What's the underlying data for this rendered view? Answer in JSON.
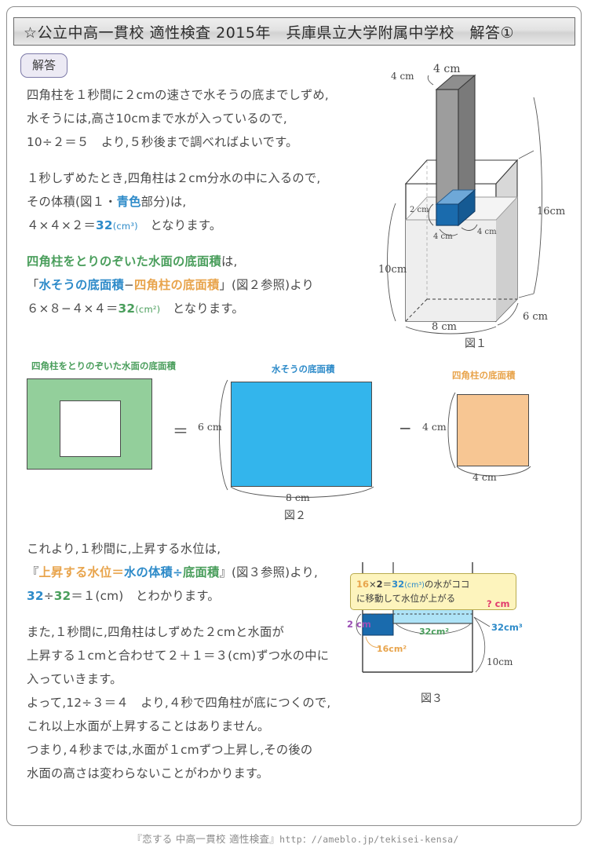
{
  "header": {
    "title": "☆公立中高一貫校 適性検査 2015年　兵庫県立大学附属中学校　解答①"
  },
  "answer_pill": {
    "label": "解答"
  },
  "body_text": {
    "block1": {
      "line1": "四角柱を１秒間に２cmの速さで水そうの底までしずめ,",
      "line2": "水そうには,高さ10cmまで水が入っているので,",
      "line3": "10÷２＝５　より,５秒後まで調べればよいです。"
    },
    "block2": {
      "line1": "１秒しずめたとき,四角柱は２cm分水の中に入るので,",
      "line2_a": "その体積(図１・",
      "line2_b": "青色",
      "line2_c": "部分)は,",
      "line3_a": "４×４×２＝",
      "line3_b": "32",
      "line3_c": "(cm³)",
      "line3_d": "　となります。"
    },
    "block3": {
      "line1_a": "四角柱をとりのぞいた水面の底面積",
      "line1_b": "は,",
      "line2_a": "「",
      "line2_b": "水そうの底面積",
      "line2_c": "−",
      "line2_d": "四角柱の底面積",
      "line2_e": "」(図２参照)より",
      "line3_a": "６×８−４×４＝",
      "line3_b": "32",
      "line3_c": "(cm²)",
      "line3_d": "　となります。"
    },
    "block4": {
      "line1": "これより,１秒間に,上昇する水位は,",
      "line2_a": "『",
      "line2_b": "上昇する水位",
      "line2_c": "＝",
      "line2_d": "水の体積",
      "line2_e": "÷",
      "line2_f": "底面積",
      "line2_g": "』(図３参照)より,",
      "line3_a": "32",
      "line3_b": "÷",
      "line3_c": "32",
      "line3_d": "＝１(cm)　とわかります。"
    },
    "block5": {
      "line1": "また,１秒間に,四角柱はしずめた２cmと水面が",
      "line2": "上昇する１cmと合わせて２＋１＝３(cm)ずつ水の中に",
      "line3": "入っていきます。"
    },
    "block6": {
      "line1": "よって,12÷３＝４　より,４秒で四角柱が底につくので,",
      "line2": "これ以上水面が上昇することはありません。",
      "line3": "つまり,４秒までは,水面が１cmずつ上昇し,その後の",
      "line4": "水面の高さは変わらないことがわかります。"
    }
  },
  "figure1": {
    "caption": "図１",
    "dims": {
      "prism_top_left": "4 cm",
      "prism_top_right": "4 cm",
      "tank_height": "16cm",
      "water_height": "10cm",
      "tank_width": "8 cm",
      "tank_depth": "6 cm",
      "submerged_height": "2 cm",
      "sub_width": "4 cm",
      "sub_depth": "4 cm"
    }
  },
  "figure2": {
    "caption": "図２",
    "green_label": "四角柱をとりのぞいた水面の底面積",
    "blue_label": "水そうの底面積",
    "orange_label": "四角柱の底面積",
    "equals_symbol": "＝",
    "minus_symbol": "−",
    "blue_height": "6 cm",
    "blue_width": "8 cm",
    "orange_height": "4 cm",
    "orange_width": "4 cm"
  },
  "figure3": {
    "caption": "図３",
    "callout": {
      "l1_a": "16",
      "l1_b": "×",
      "l1_c": "2",
      "l1_d": "＝",
      "l1_e": "32",
      "l1_f": "(cm³)",
      "l1_g": "の水がココ",
      "l2": "に移動して水位が上がる"
    },
    "labels": {
      "left_height": "2 cm",
      "left_area": "16cm²",
      "mid_area": "32cm²",
      "question": "? cm",
      "right_volume": "32cm³",
      "water_height": "10cm"
    }
  },
  "footer": {
    "title": "『恋する 中高一貫校 適性検査』",
    "url": "http：//ameblo.jp/tekisei-kensa/"
  },
  "colors": {
    "blue": "#2e8bc9",
    "green": "#4a9e5c",
    "orange": "#e8a44c",
    "purple": "#9b4fb5",
    "red": "#e23b6d",
    "fill_blue": "#33b5ec",
    "fill_green": "#93cf9b",
    "fill_orange": "#f7c693",
    "fill_deepblue": "#1a6bad",
    "fill_lightblue": "#aee3f7",
    "callout_bg": "#fdf4bd"
  }
}
